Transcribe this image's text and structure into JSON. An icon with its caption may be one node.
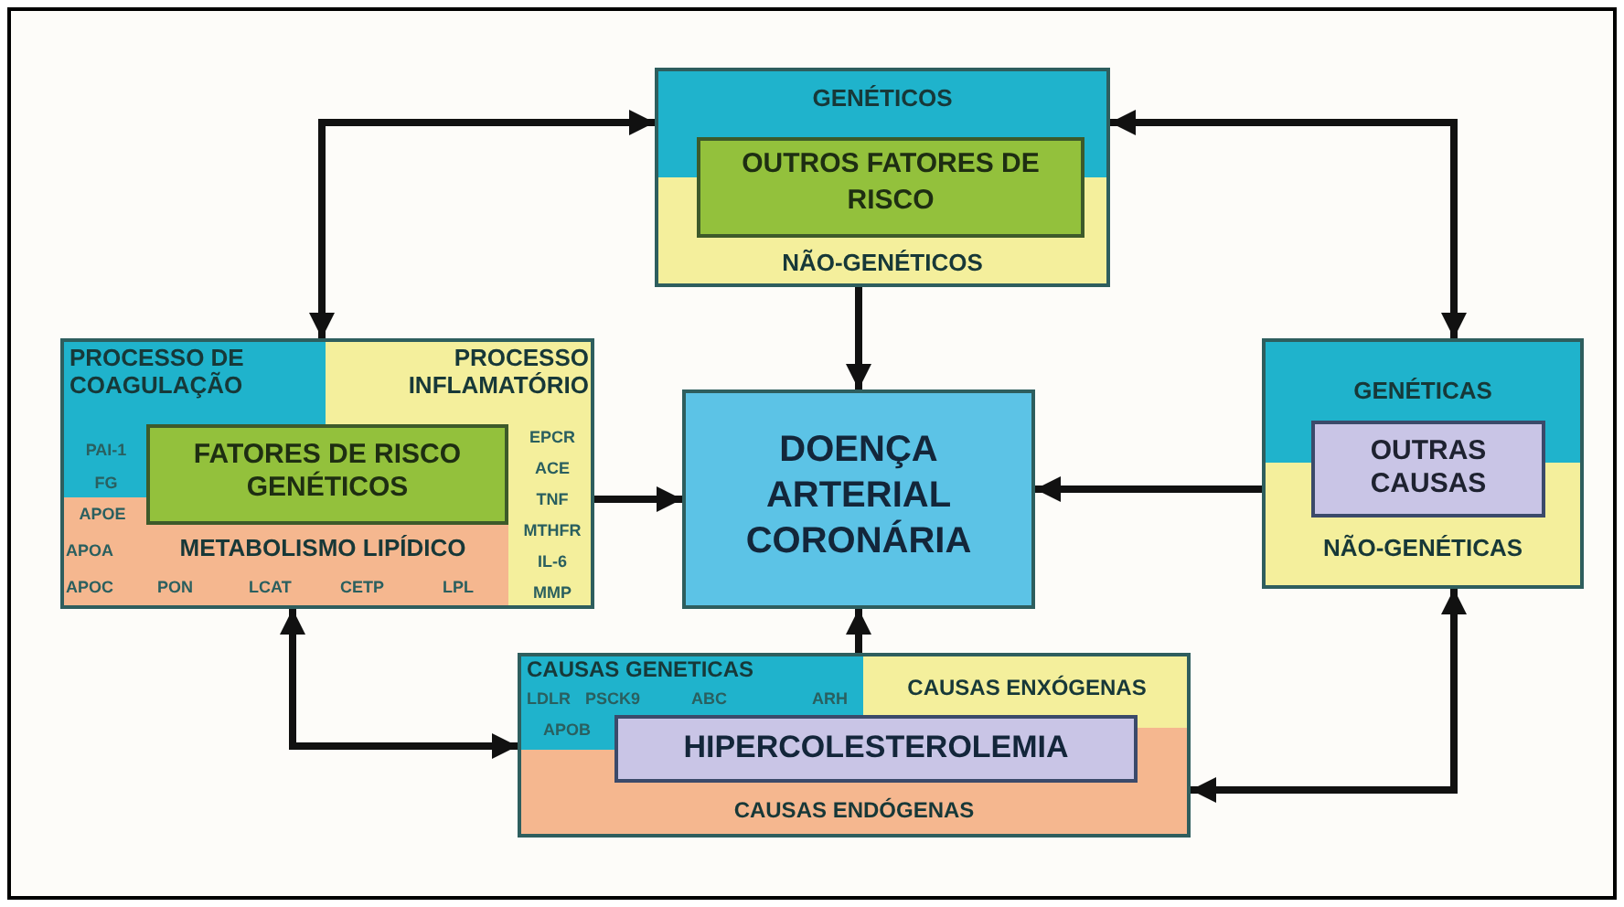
{
  "diagram": {
    "nodes": [
      {
        "text": [],
        "shape": "box"
      },
      {
        "text": [
          "GENÉTICOS"
        ],
        "in": 0
      },
      {
        "text": [
          "NÃO-GENÉTICOS"
        ],
        "in": 0
      },
      {
        "text": [
          "OUTROS FATORES DE RISCO"
        ],
        "in": 0
      },
      {
        "text": [],
        "shape": "box"
      },
      {
        "text": [
          "PROCESSO DE COAGULAÇÃO"
        ],
        "in": 4
      },
      {
        "text": [
          "PROCESSO INFLAMATÓRIO"
        ],
        "in": 4
      },
      {
        "text": [
          "FATORES DE RISCO GENÉTICOS"
        ],
        "in": 4
      },
      {
        "text": [
          "APOA",
          "METABOLISMO LIPÍDICO",
          "APOC",
          "PON",
          "LCAT",
          "CETP",
          "LPL"
        ],
        "in": 4
      },
      {
        "text": [
          "DOENÇA ARTERIAL CORONÁRIA"
        ]
      },
      {
        "text": [],
        "shape": "box"
      },
      {
        "text": [
          "GENÉTICAS"
        ],
        "in": 10
      },
      {
        "text": [
          "OUTRAS CAUSAS"
        ],
        "in": 10
      },
      {
        "text": [
          "NÃO-GENÉTICAS"
        ],
        "in": 10
      },
      {
        "text": [],
        "shape": "box"
      },
      {
        "text": [
          "CAUSAS GENETICAS",
          "LDLR",
          "PSCK9",
          "ABC",
          "ARH"
        ],
        "in": 14
      },
      {
        "text": [
          "CAUSAS ENXÓGENAS"
        ],
        "in": 14
      },
      {
        "text": [
          "HIPERCOLESTEROLEMIA"
        ],
        "in": 14
      },
      {
        "text": [
          "CAUSAS ENDÓGENAS"
        ],
        "in": 14
      }
    ],
    "edges": [
      {
        "from": 0,
        "to": 9,
        "arrow": "to"
      },
      {
        "from": 4,
        "to": 9,
        "arrow": "to"
      },
      {
        "from": 10,
        "to": 9,
        "arrow": "to"
      },
      {
        "from": 14,
        "to": 9,
        "arrow": "to"
      },
      {
        "from": 4,
        "to": 0,
        "arrow": "both"
      },
      {
        "from": 0,
        "to": 10,
        "arrow": "both"
      },
      {
        "from": 4,
        "to": 14,
        "arrow": "both"
      },
      {
        "from": 14,
        "to": 10,
        "arrow": "both"
      }
    ],
    "labels": [
      "PAI-1",
      "FG",
      "EPCR",
      "ACE",
      "TNF",
      "MTHFR",
      "IL-6",
      "MMP",
      "APOE",
      "APOB"
    ]
  }
}
